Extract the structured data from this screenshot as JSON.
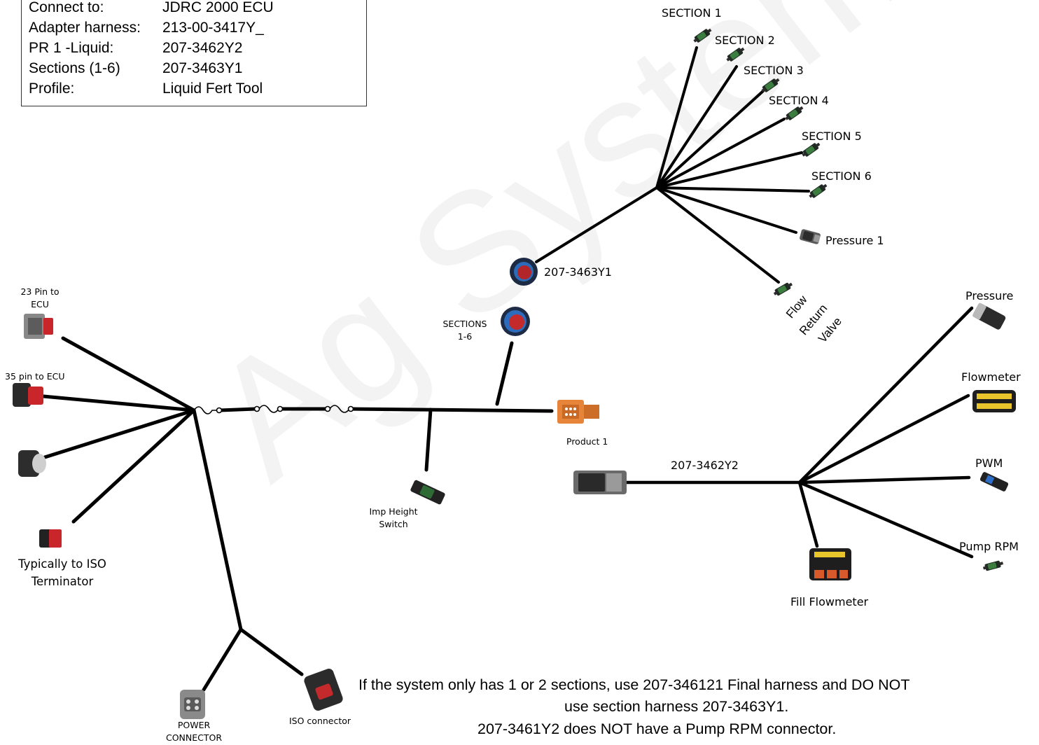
{
  "info_box": {
    "rows": [
      {
        "key": "Connect to:",
        "value": "JDRC 2000 ECU"
      },
      {
        "key": "Adapter harness:",
        "value": "213-00-3417Y_"
      },
      {
        "key": "PR 1 -Liquid:",
        "value": "207-3462Y2"
      },
      {
        "key": "Sections (1-6)",
        "value": "207-3463Y1"
      },
      {
        "key": "Profile:",
        "value": "Liquid Fert Tool"
      }
    ]
  },
  "labels": {
    "section_1": "SECTION 1",
    "section_2": "SECTION 2",
    "section_3": "SECTION 3",
    "section_4": "SECTION 4",
    "section_5": "SECTION 5",
    "section_6": "SECTION 6",
    "pressure_1": "Pressure 1",
    "flow_return_valve": [
      "Flow",
      "Return",
      "Valve"
    ],
    "section_harness": "207-3463Y1",
    "sections_1_6": [
      "SECTIONS",
      "1-6"
    ],
    "pin23": [
      "23 Pin to",
      "ECU"
    ],
    "pin35": "35 pin to ECU",
    "iso_terminator": [
      "Typically to ISO",
      "Terminator"
    ],
    "power_connector": [
      "POWER",
      "CONNECTOR"
    ],
    "iso_connector": "ISO connector",
    "imp_height": [
      "Imp Height",
      "Switch"
    ],
    "product_1": "Product 1",
    "liquid_harness": "207-3462Y2",
    "pressure": "Pressure",
    "flowmeter": "Flowmeter",
    "pwm": "PWM",
    "pump_rpm": "Pump RPM",
    "fill_flowmeter": "Fill Flowmeter"
  },
  "notes": [
    "If the system only has 1 or 2 sections, use 207-346121 Final harness and DO NOT",
    "use section harness 207-3463Y1.",
    "207-3461Y2 does NOT have a Pump RPM connector."
  ],
  "watermark": "Ag Systems",
  "icons": {
    "section_connector": "three-pin-weatherpack-connector-icon",
    "pressure_sensor": "pressure-sensor-connector-icon",
    "round_connector": "round-16-pin-connector-icon",
    "deutsch_connector": "rectangular-deutsch-connector-icon"
  },
  "colors": {
    "wire": "#000000",
    "connector_green": "#2f6b35",
    "connector_red": "#c8262a",
    "connector_orange": "#e6853a",
    "connector_blue": "#1e4f9a",
    "connector_grey": "#8c8c8c"
  }
}
